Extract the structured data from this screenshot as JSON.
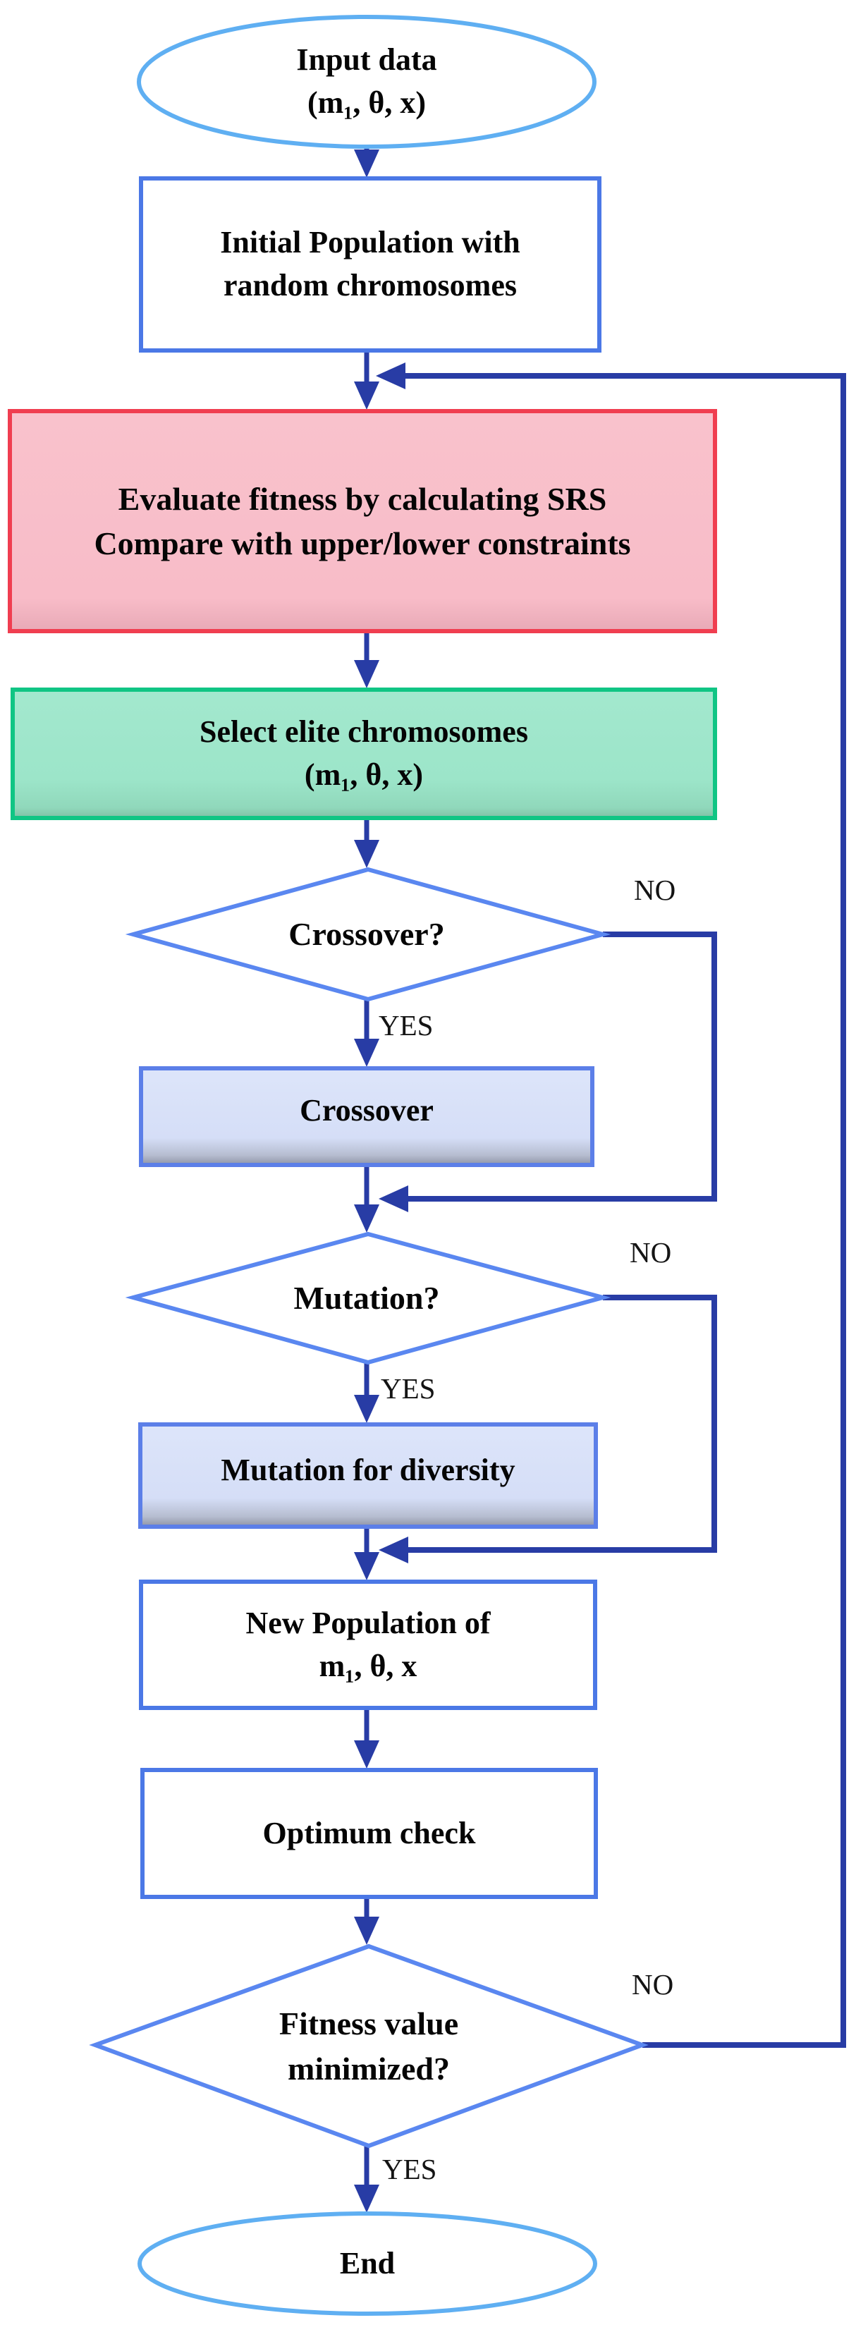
{
  "diagram": {
    "nodes": {
      "input": {
        "label": "Input data\n(m₁, θ, x)"
      },
      "initial_population": {
        "label": "Initial Population with\nrandom chromosomes"
      },
      "evaluate_fitness": {
        "label": "Evaluate fitness by calculating SRS\nCompare with upper/lower constraints"
      },
      "select_elite": {
        "label": "Select elite chromosomes\n(m₁, θ, x)"
      },
      "crossover_decision": {
        "label": "Crossover?"
      },
      "crossover": {
        "label": "Crossover"
      },
      "mutation_decision": {
        "label": "Mutation?"
      },
      "mutation": {
        "label": "Mutation for diversity"
      },
      "new_population": {
        "label": "New  Population of\nm₁, θ, x"
      },
      "optimum_check": {
        "label": "Optimum check"
      },
      "fitness_decision": {
        "label": "Fitness value\nminimized?"
      },
      "end": {
        "label": "End"
      }
    },
    "edge_labels": {
      "crossover_no": "NO",
      "crossover_yes": "YES",
      "mutation_no": "NO",
      "mutation_yes": "YES",
      "fitness_no": "NO",
      "fitness_yes": "YES"
    },
    "colors": {
      "arrow": "#283CA5",
      "terminator_border": "#5FAFF2",
      "process_border": "#4B78E6",
      "decision_border": "#5A87F0",
      "evaluate_fill": "#F9C0CA",
      "evaluate_border": "#F03E50",
      "select_fill": "#9BE5C9",
      "select_border": "#10C584",
      "step_fill": "#D8E1F8",
      "step_border": "#5C7FE8",
      "text": "#050505"
    }
  }
}
